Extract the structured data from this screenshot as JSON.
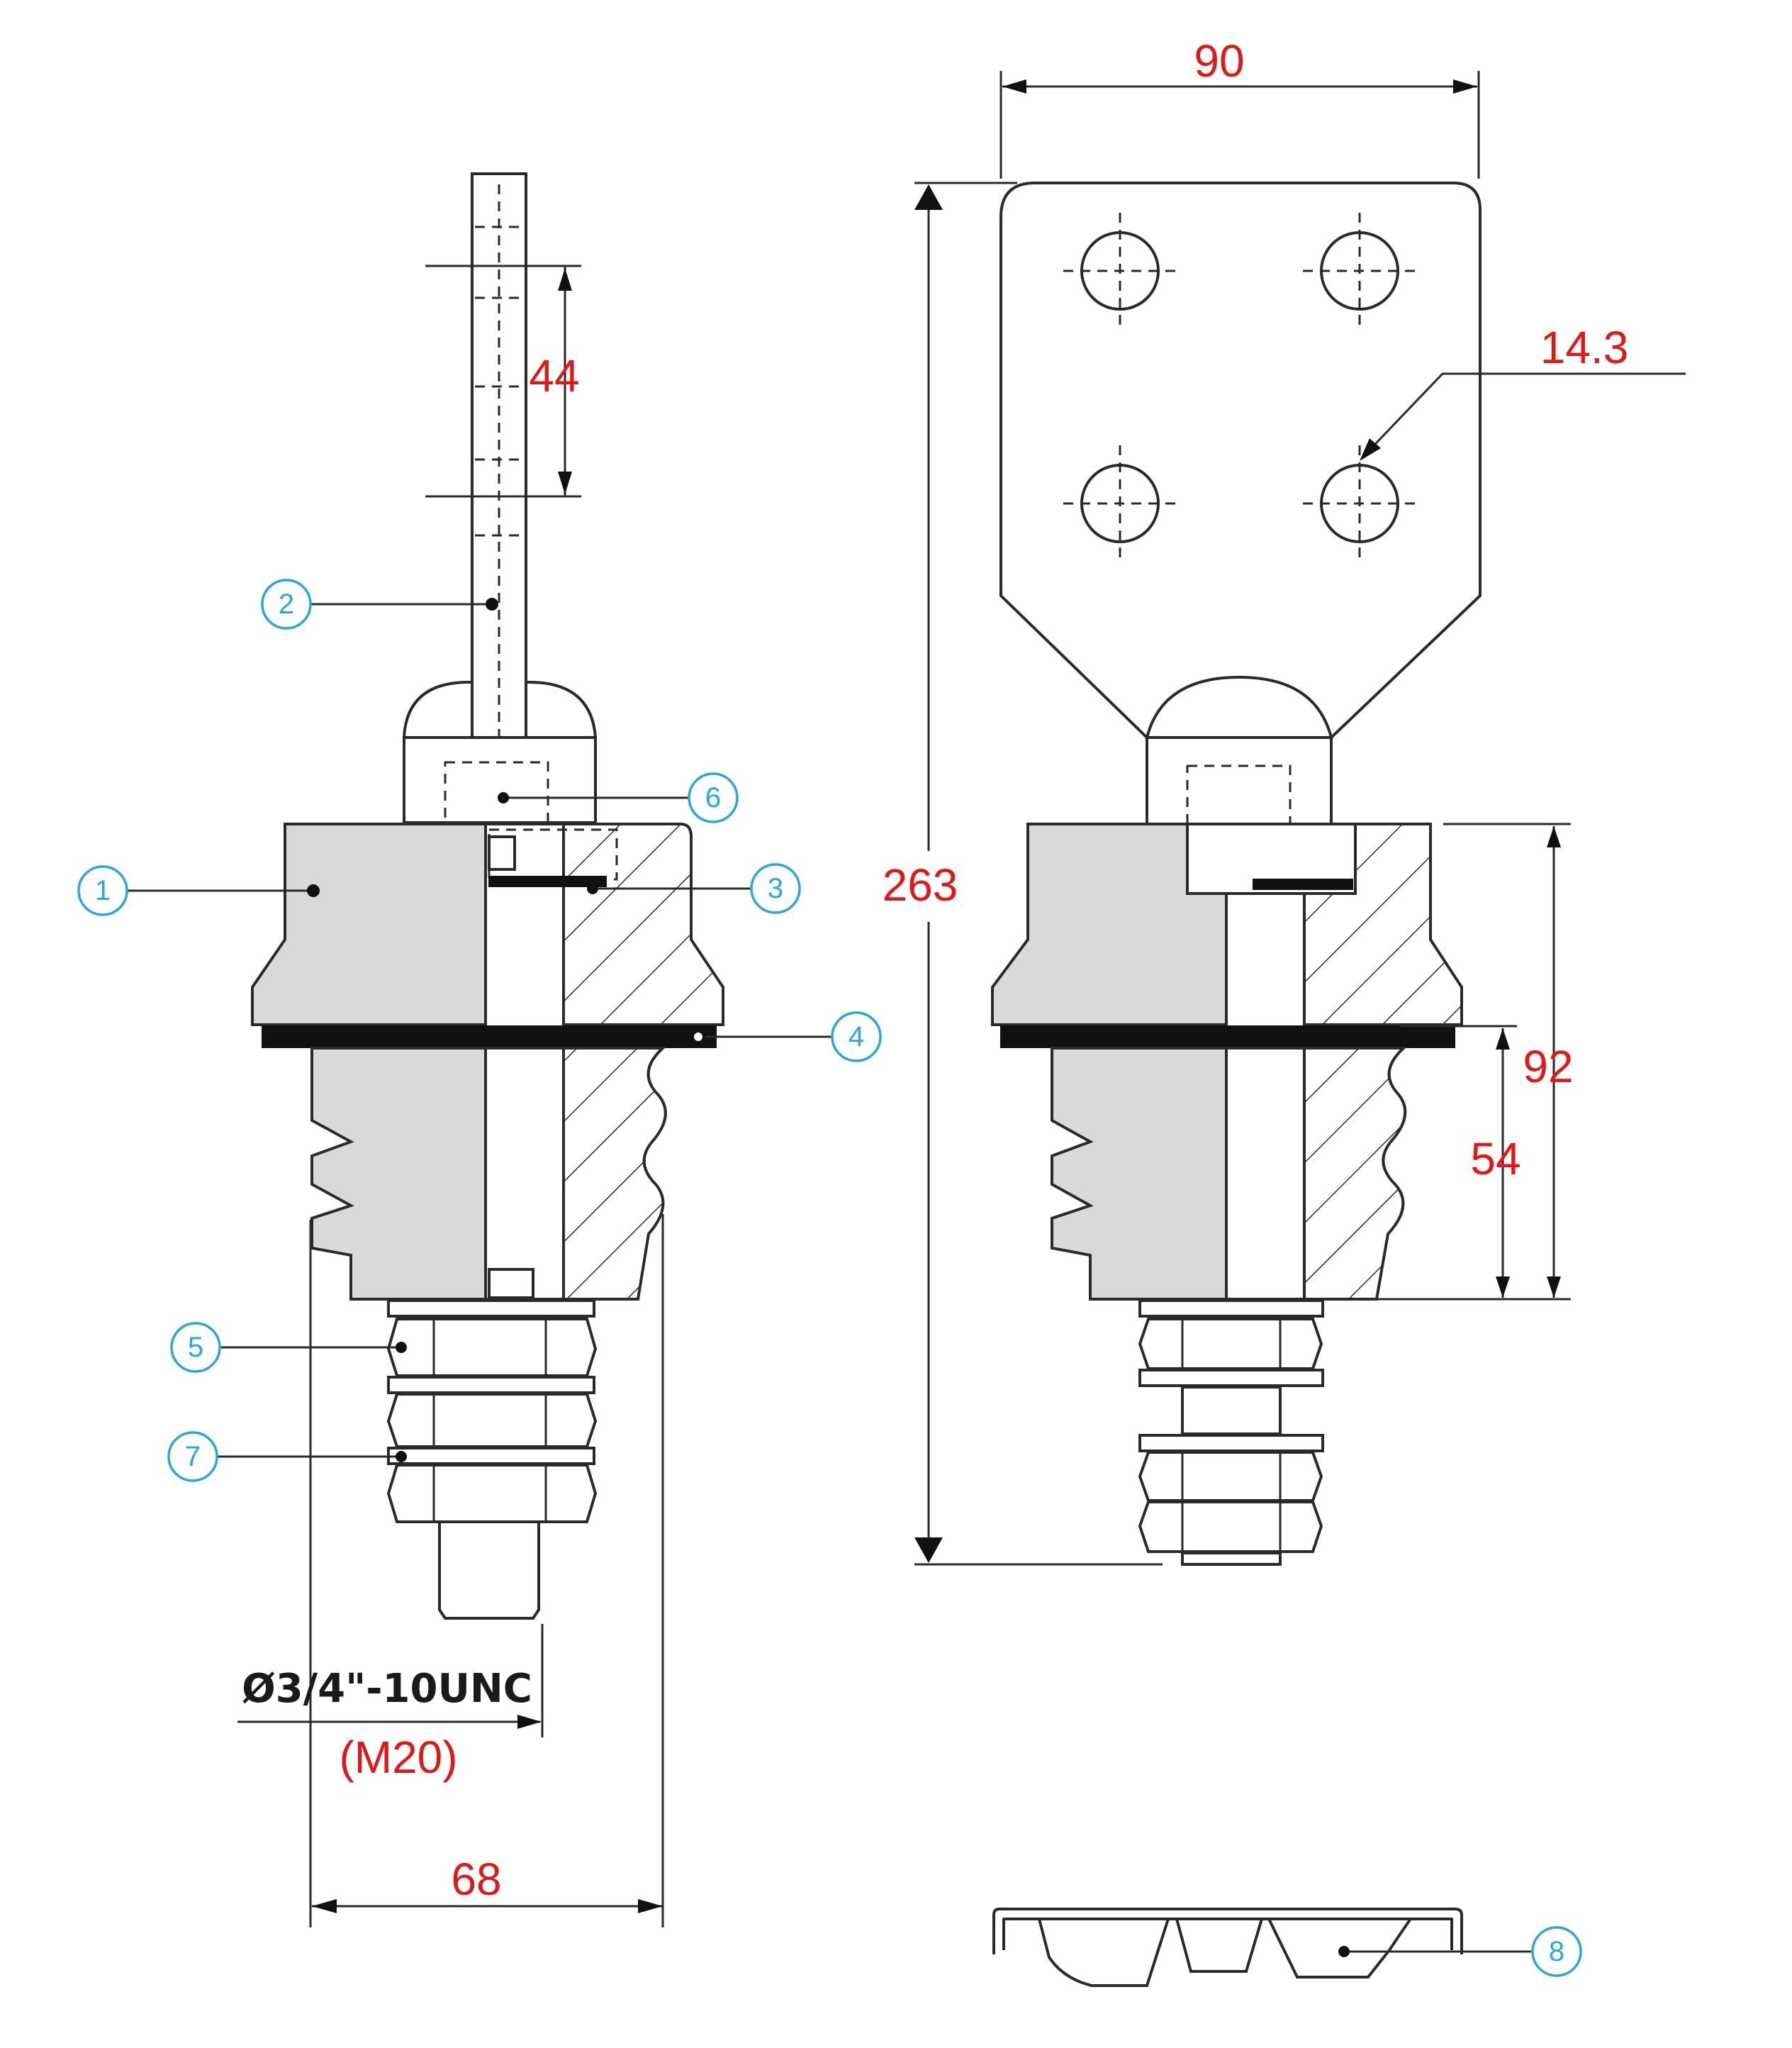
{
  "dimensions": {
    "stud_thread_length": "44",
    "palm_width": "90",
    "hole_diameter": "14.3",
    "overall_height": "263",
    "flange_to_bottom": "92",
    "thread_base_height": "54",
    "base_diameter": "68",
    "thread_spec": "Ø3/4\"-10UNC",
    "thread_metric": "(M20)"
  },
  "callouts": [
    {
      "id": "1",
      "label": "1"
    },
    {
      "id": "2",
      "label": "2"
    },
    {
      "id": "3",
      "label": "3"
    },
    {
      "id": "4",
      "label": "4"
    },
    {
      "id": "5",
      "label": "5"
    },
    {
      "id": "6",
      "label": "6"
    },
    {
      "id": "7",
      "label": "7"
    },
    {
      "id": "8",
      "label": "8"
    }
  ],
  "colors": {
    "dimension_text": "#e01818",
    "callout": "#29a9d6",
    "line": "#2a2a2a",
    "porcelain_fill": "#d9d9d9"
  }
}
